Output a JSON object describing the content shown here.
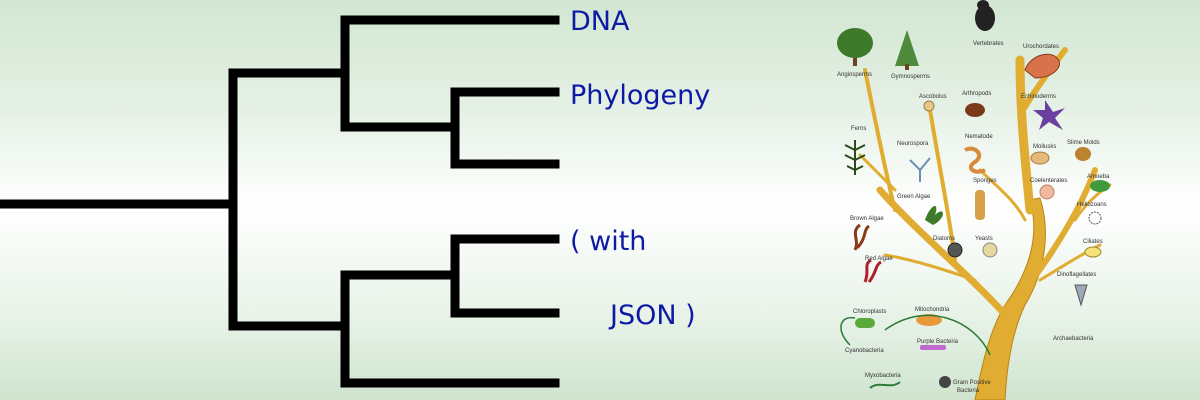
{
  "labels": {
    "dna": "DNA",
    "phylogeny": "Phylogeny",
    "with": "( with",
    "json": "JSON )"
  },
  "colors": {
    "dendrogram": "#000000",
    "label_text": "#0d1aa6",
    "trunk": "#e0ad32",
    "trunk_outline": "#b88416"
  },
  "tree_of_life": {
    "vertebrates": "Vertebrates",
    "urochordates": "Urochordates",
    "angiosperms": "Angiosperms",
    "gymnosperms": "Gymnosperms",
    "ascobolus": "Ascobolus",
    "arthropods": "Arthropods",
    "echinoderms": "Echinoderms",
    "ferns": "Ferns",
    "neurospora": "Neurospora",
    "nematode": "Nematode",
    "molluscs": "Mollusks",
    "slime_molds": "Slime Molds",
    "sponges": "Sponges",
    "coelenterates": "Coelenterates",
    "amoeba": "Amoeba",
    "green_algae": "Green Algae",
    "heliozoans": "Heliozoans",
    "brown_algae": "Brown Algae",
    "diatoms": "Diatoms",
    "yeasts": "Yeasts",
    "ciliates": "Ciliates",
    "red_algae": "Red Algae",
    "dinoflagellates": "Dinoflagellates",
    "chloroplasts": "Chloroplasts",
    "mitochondria": "Mitochondria",
    "cyanobacteria": "Cyanobacteria",
    "purple_bacteria": "Purple Bacteria",
    "archaebacteria": "Archaebacteria",
    "myxobacteria": "Myxobacteria",
    "gram_positive": "Gram Positive",
    "bacteria": "Bacteria"
  }
}
